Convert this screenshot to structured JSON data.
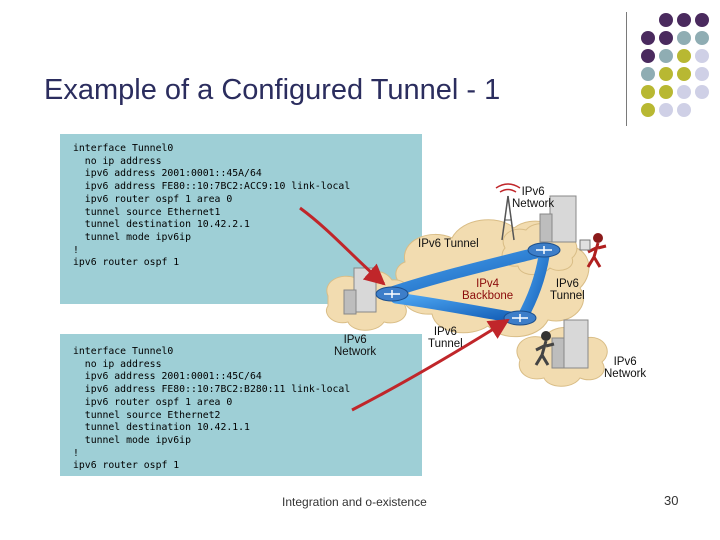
{
  "slide": {
    "title": "Example of a Configured Tunnel - 1",
    "footer": "Integration and o-existence",
    "page_number": "30"
  },
  "config_top": {
    "lines": [
      "interface Tunnel0",
      "  no ip address",
      "  ipv6 address 2001:0001::45A/64",
      "  ipv6 address FE80::10:7BC2:ACC9:10 link-local",
      "  ipv6 router ospf 1 area 0",
      "  tunnel source Ethernet1",
      "  tunnel destination 10.42.2.1",
      "  tunnel mode ipv6ip",
      "!",
      "ipv6 router ospf 1"
    ]
  },
  "config_bottom": {
    "lines": [
      "interface Tunnel0",
      "  no ip address",
      "  ipv6 address 2001:0001::45C/64",
      "  ipv6 address FE80::10:7BC2:B280:11 link-local",
      "  ipv6 router ospf 1 area 0",
      "  tunnel source Ethernet2",
      "  tunnel destination 10.42.1.1",
      "  tunnel mode ipv6ip",
      "!",
      "ipv6 router ospf 1"
    ]
  },
  "diagram": {
    "ipv6_network_top": "IPv6\nNetwork",
    "ipv6_network_left": "IPv6\nNetwork",
    "ipv6_network_right": "IPv6\nNetwork",
    "ipv6_tunnel_top": "IPv6 Tunnel",
    "ipv6_tunnel_right": "IPv6\nTunnel",
    "ipv6_tunnel_bottom": "IPv6\nTunnel",
    "ipv4_backbone": "IPv4\nBackbone"
  },
  "colors": {
    "title": "#2b2d5e",
    "panel": "#9ecfd6",
    "dot_purple": "#4a2a5e",
    "dot_teal": "#8fadb3",
    "dot_olive": "#b8b832",
    "dot_lavender": "#cfd0e6",
    "arrow": "#c0262a",
    "tunnel": "#1e78d2",
    "cloud": "#f2dcb0"
  }
}
